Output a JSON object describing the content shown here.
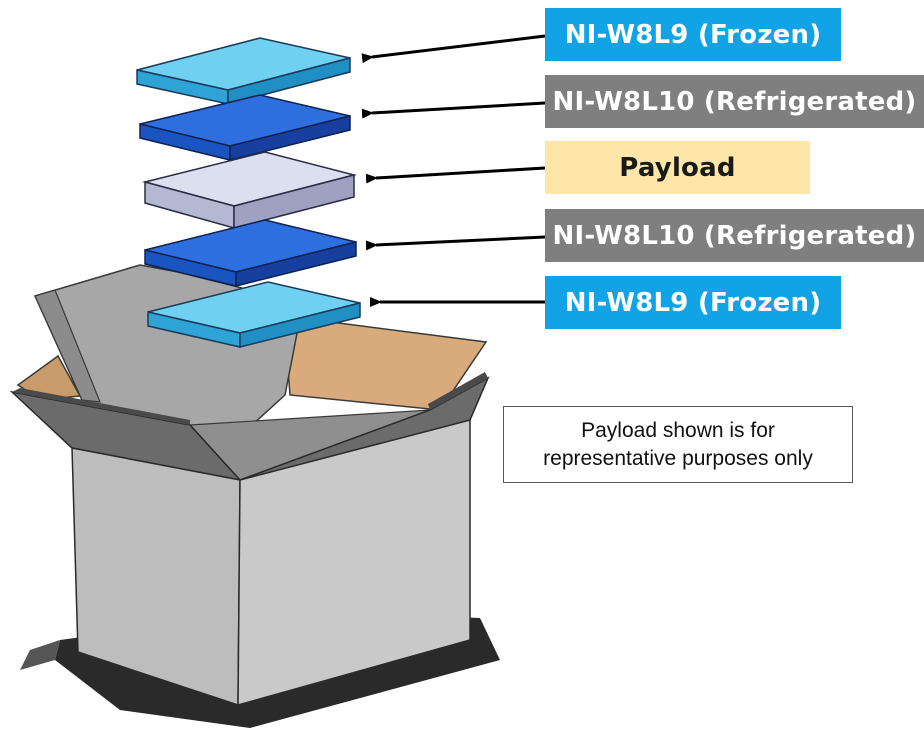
{
  "labels": {
    "top_frozen": "NI-W8L9 (Frozen)",
    "upper_refrigerated": "NI-W8L10 (Refrigerated)",
    "payload": "Payload",
    "lower_refrigerated": "NI-W8L10 (Refrigerated)",
    "bottom_frozen": "NI-W8L9 (Frozen)"
  },
  "note": {
    "line1": "Payload shown is for",
    "line2": "representative purposes only"
  },
  "colors": {
    "frozen_label": "#12a3e6",
    "refrigerated_label": "#7f7f7f",
    "payload_label": "#fde6a7",
    "frozen_pack": "#3cb8e8",
    "refrigerated_pack": "#1f5fd6",
    "payload_block": "#c9cde4",
    "box_grey": "#bfbfbf",
    "box_flap_tan": "#d8a878"
  }
}
